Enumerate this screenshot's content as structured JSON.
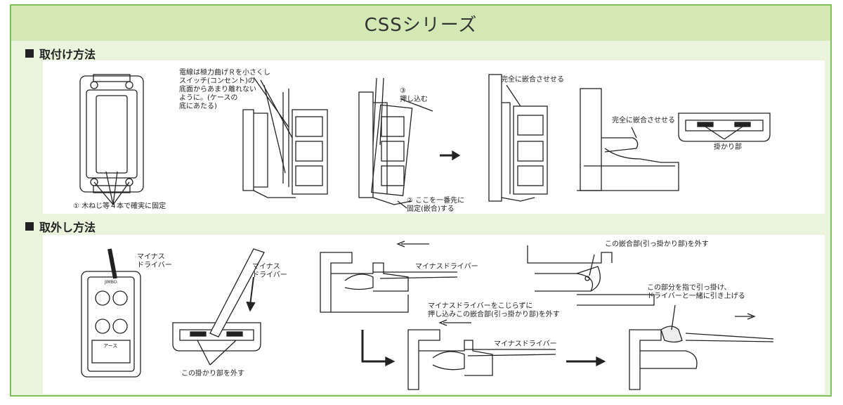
{
  "title": "CSSシリーズ",
  "section_install": "取付け方法",
  "section_remove": "取外し方法",
  "install": {
    "note_screws": "① 木ねじ等４本で確実に固定",
    "note_wire": "電線は極力曲げＲを小さくし\nスイッチ(コンセント)の\n底面からあまり離れない\nように。(ケースの\n底にあたる)",
    "step3": "③\n押し込む",
    "step2": "② ここを一番先に\n固定(嵌合)する",
    "fit_full_1": "完全に嵌合させせる",
    "fit_full_2": "完全に嵌合させせる",
    "hook": "掛かり部"
  },
  "remove": {
    "driver_1": "マイナス\nドライバー",
    "driver_2": "マイナス\nドライバー",
    "release_hook": "この掛かり部を外す",
    "driver_3": "マイナスドライバー",
    "release_fit": "この嵌合部(引っ掛かり部)を外す",
    "press_in": "マイナスドライバーをこじらずに\n押し込みこの嵌合部(引っ掛かり部)を外す",
    "driver_4": "マイナスドライバー",
    "lift": "この部分を指で引っ掛け、\nドライバーと一緒に引き上げる",
    "brand": "JIMBO",
    "earth": "アース"
  }
}
